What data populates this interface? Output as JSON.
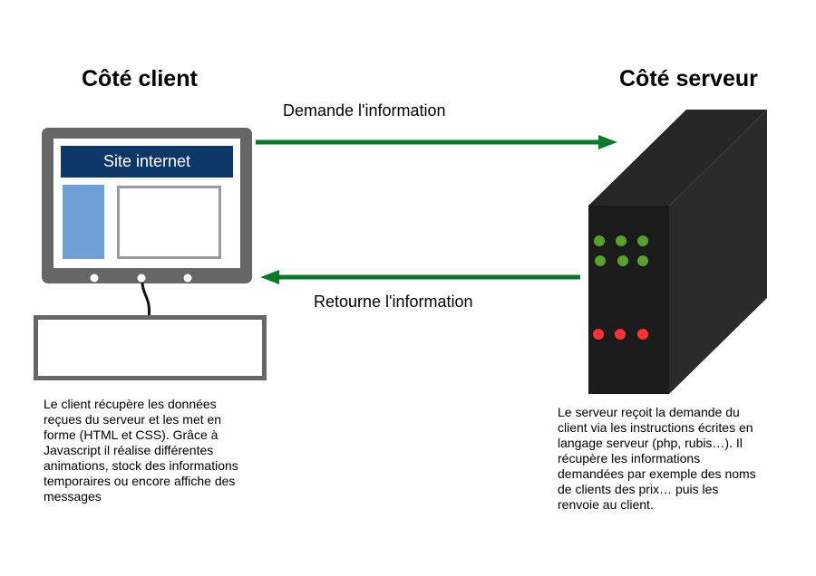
{
  "headings": {
    "client": "Côté client",
    "server": "Côté serveur"
  },
  "arrows": {
    "request": "Demande l'information",
    "response": "Retourne l'information",
    "color": "#0a7a2a"
  },
  "monitor": {
    "site_title": "Site internet",
    "header_color": "#0b3866",
    "sidebar_color": "#6f9fd6",
    "frame_color": "#666666"
  },
  "server_box": {
    "body_color": "#1b1b1b",
    "green_led_color": "#5aa02c",
    "red_led_color": "#ff3333"
  },
  "descriptions": {
    "client": "Le client récupère les données\nreçues du serveur et les met en\nforme (HTML et CSS). Grâce à\nJavascript il réalise différentes\nanimations, stock des informations\ntemporaires ou encore affiche des\nmessages",
    "server": "Le serveur reçoit la demande du\nclient via les instructions écrites en\nlangage serveur (php, rubis…). Il\nrécupère les informations\ndemandées par exemple des noms\nde clients des prix… puis les\nrenvoie au client."
  }
}
